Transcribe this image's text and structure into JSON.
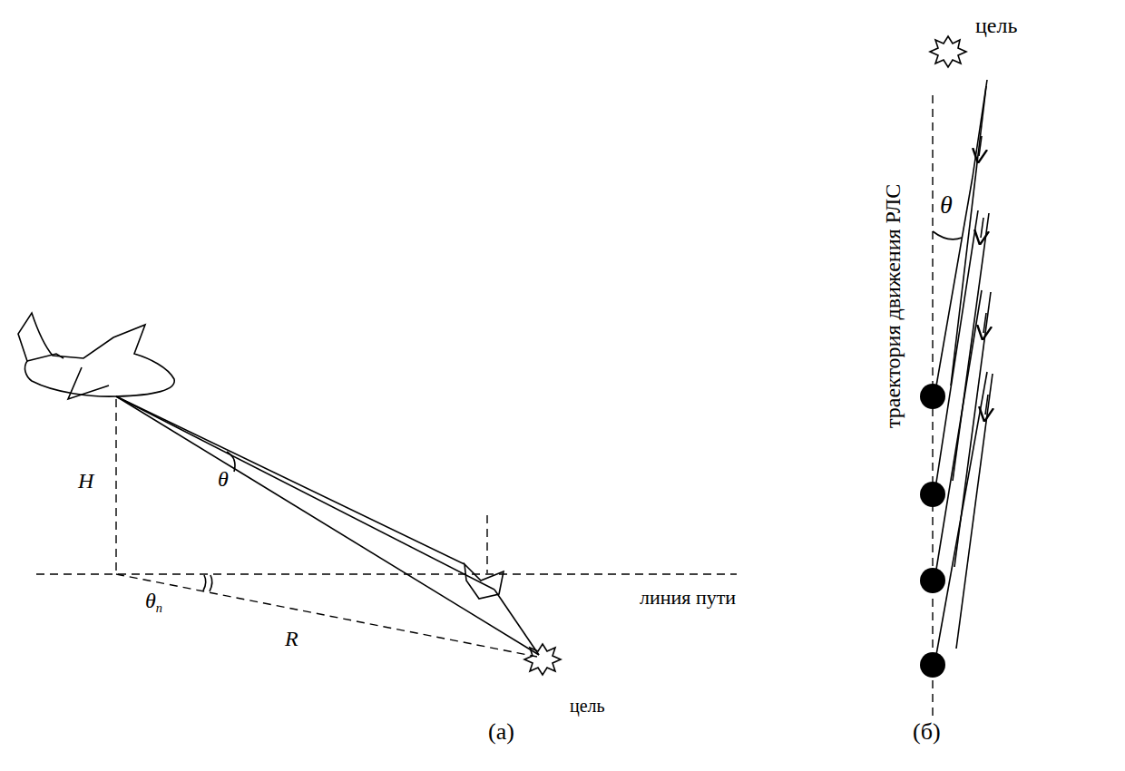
{
  "diagram": {
    "labels": [
      "H",
      "θ",
      "θп",
      "R",
      "линия пути",
      "цель",
      "(а)",
      "цель",
      "траектория движения РЛС",
      "θ",
      "(б)"
    ]
  }
}
